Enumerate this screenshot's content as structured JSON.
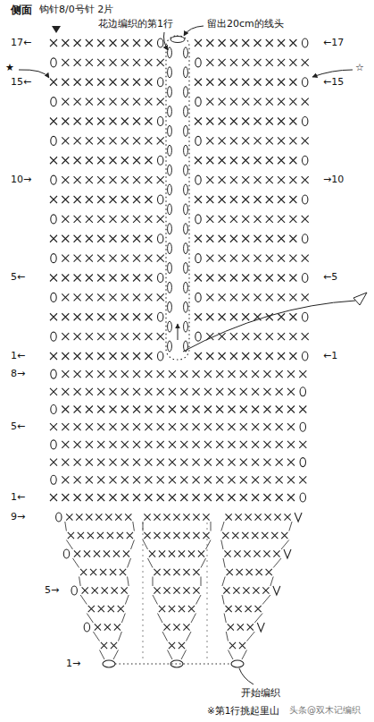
{
  "diagram": {
    "title": "侧面",
    "labels": [
      "钩针8/0号针 2片",
      "花边编织的第1行",
      "留出20cm的线头",
      "17←",
      "←17",
      "★",
      "15←",
      "☆",
      "←15",
      "10→",
      "→10",
      "5←",
      "←5",
      "1←",
      "←1",
      "8→",
      "5←",
      "1←",
      "9→",
      "5→",
      "1→",
      "开始编织",
      "※第1行挑起里山",
      "头条@双木记编织"
    ]
  }
}
